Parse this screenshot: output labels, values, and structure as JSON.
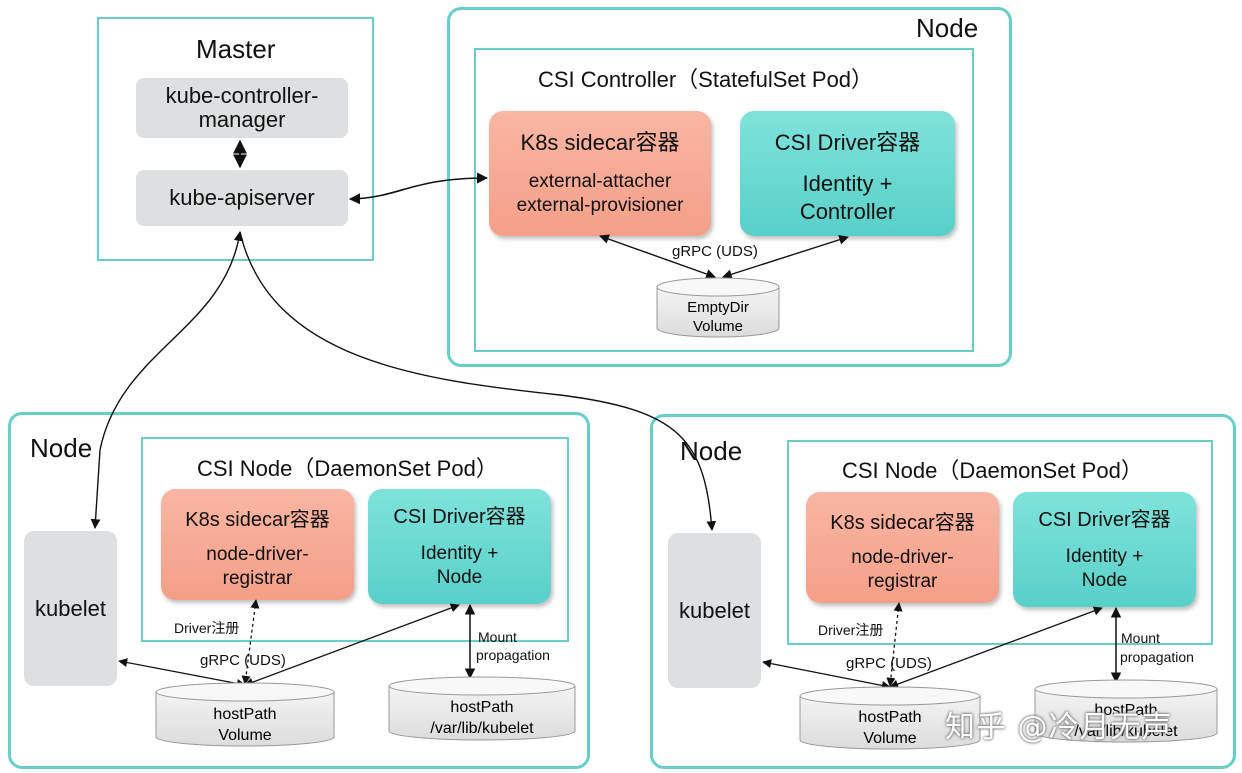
{
  "master": {
    "title": "Master",
    "controller_manager_line1": "kube-controller-",
    "controller_manager_line2": "manager",
    "apiserver": "kube-apiserver"
  },
  "controller_node": {
    "title": "Node",
    "pod_title": "CSI Controller（StatefulSet Pod）",
    "sidecar": {
      "title": "K8s sidecar容器",
      "line1": "external-attacher",
      "line2": "external-provisioner"
    },
    "driver": {
      "title": "CSI Driver容器",
      "line1": "Identity +",
      "line2": "Controller"
    },
    "grpc": "gRPC (UDS)",
    "volume_line1": "EmptyDir",
    "volume_line2": "Volume"
  },
  "worker_nodes": [
    {
      "title": "Node",
      "pod_title": "CSI Node（DaemonSet Pod）",
      "kubelet": "kubelet",
      "sidecar": {
        "title": "K8s sidecar容器",
        "line1": "node-driver-",
        "line2": "registrar"
      },
      "driver": {
        "title": "CSI Driver容器",
        "line1": "Identity +",
        "line2": "Node"
      },
      "driver_register": "Driver注册",
      "grpc": "gRPC (UDS)",
      "mount_line1": "Mount",
      "mount_line2": "propagation",
      "volume_line1": "hostPath",
      "volume_line2": "Volume",
      "hostpath_line1": "hostPath",
      "hostpath_line2": "/var/lib/kubelet"
    },
    {
      "title": "Node",
      "pod_title": "CSI Node（DaemonSet Pod）",
      "kubelet": "kubelet",
      "sidecar": {
        "title": "K8s sidecar容器",
        "line1": "node-driver-",
        "line2": "registrar"
      },
      "driver": {
        "title": "CSI Driver容器",
        "line1": "Identity +",
        "line2": "Node"
      },
      "driver_register": "Driver注册",
      "grpc": "gRPC (UDS)",
      "mount_line1": "Mount",
      "mount_line2": "propagation",
      "volume_line1": "hostPath",
      "volume_line2": "Volume",
      "hostpath_line1": "hostPath",
      "hostpath_line2": "/var/lib/kubelet"
    }
  ],
  "watermark": "知乎 @冷月无声",
  "colors": {
    "teal_border": "#67cfc8",
    "salmon": "#f49f88",
    "teal_fill": "#58d0c8",
    "grey": "#dedfe0"
  }
}
